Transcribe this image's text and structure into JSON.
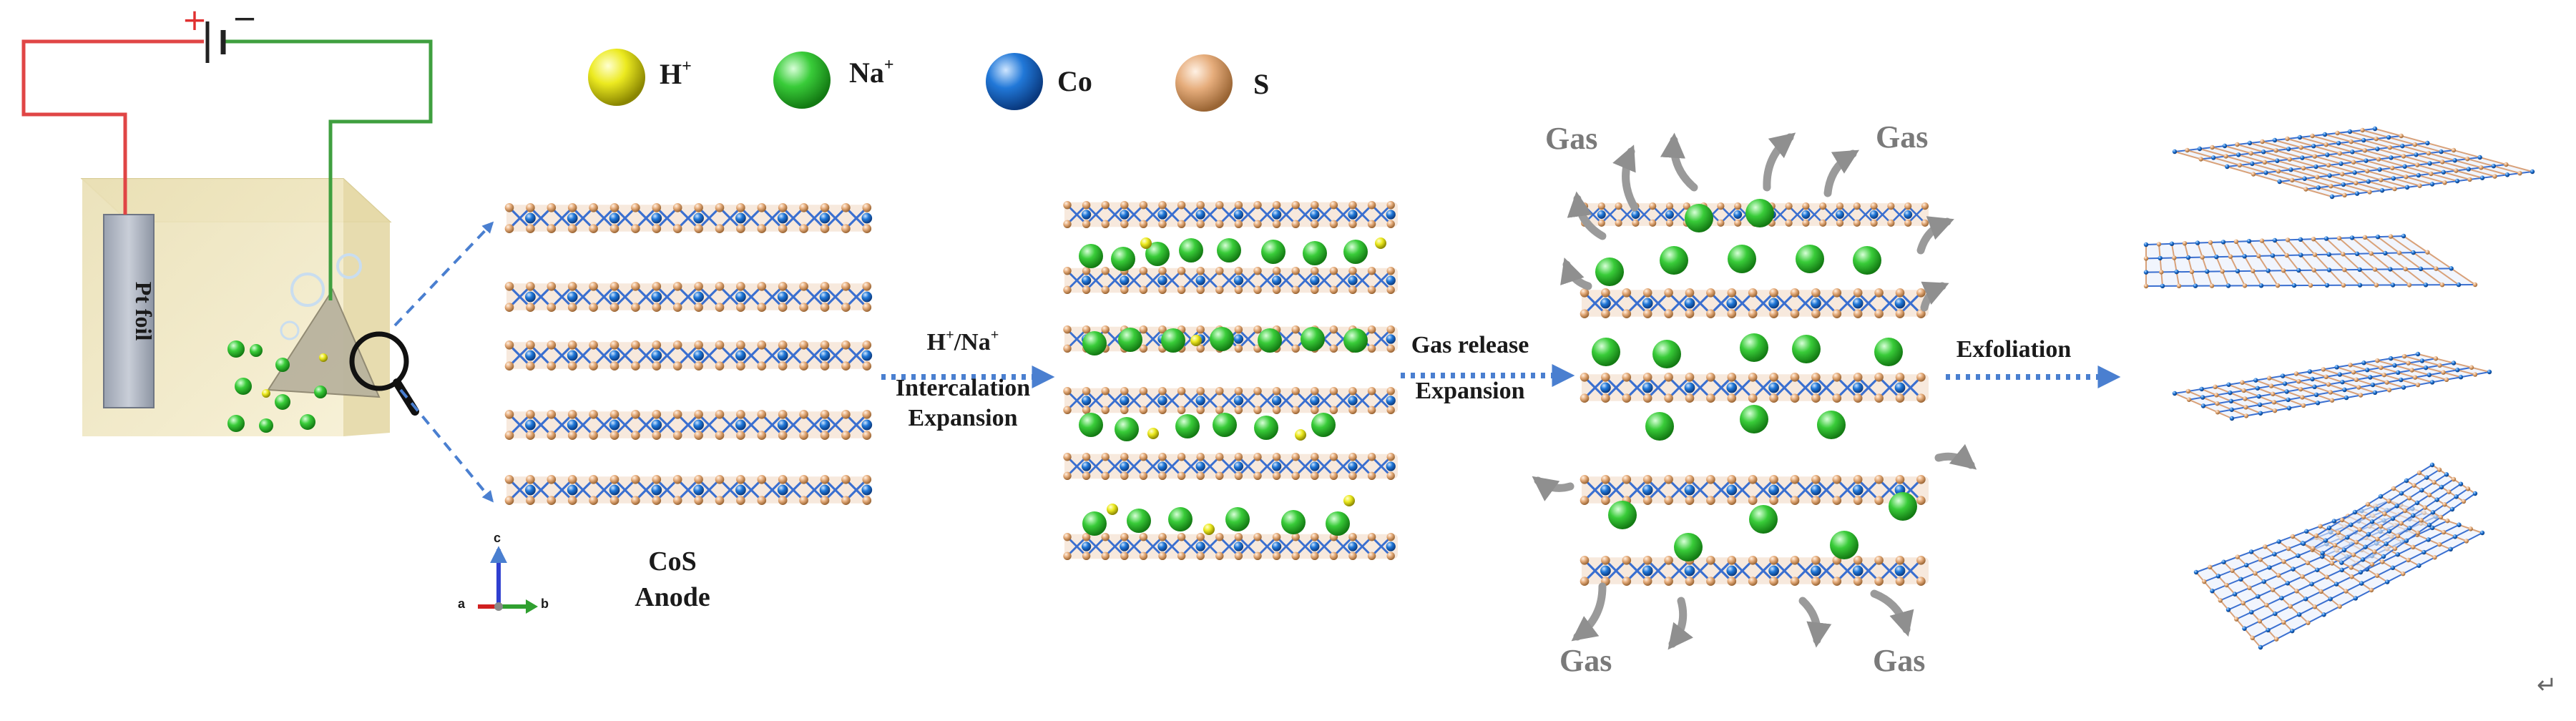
{
  "battery": {
    "plus": "+",
    "minus": "−"
  },
  "electrode": {
    "label": "Pt foil"
  },
  "legend": [
    {
      "symbol": "H",
      "charge": "+",
      "color": "#e8e000"
    },
    {
      "symbol": "Na",
      "charge": "+",
      "color": "#34c734"
    },
    {
      "symbol": "Co",
      "charge": "",
      "color": "#1f6fd6"
    },
    {
      "symbol": "S",
      "charge": "",
      "color": "#e3a877"
    }
  ],
  "axes": {
    "a": "a",
    "b": "b",
    "c": "c"
  },
  "anode": {
    "line1": "CoS",
    "line2": "Anode"
  },
  "steps": {
    "intercalation": {
      "ion1": "H",
      "charge1": "+",
      "sep": "/",
      "ion2": "Na",
      "charge2": "+",
      "line2": "Intercalation",
      "line3": "Expansion"
    },
    "gas_release": {
      "line1": "Gas release",
      "line2": "Expansion"
    },
    "exfoliation": {
      "line1": "Exfoliation"
    }
  },
  "gas": {
    "label": "Gas"
  },
  "corner_mark": "↵"
}
